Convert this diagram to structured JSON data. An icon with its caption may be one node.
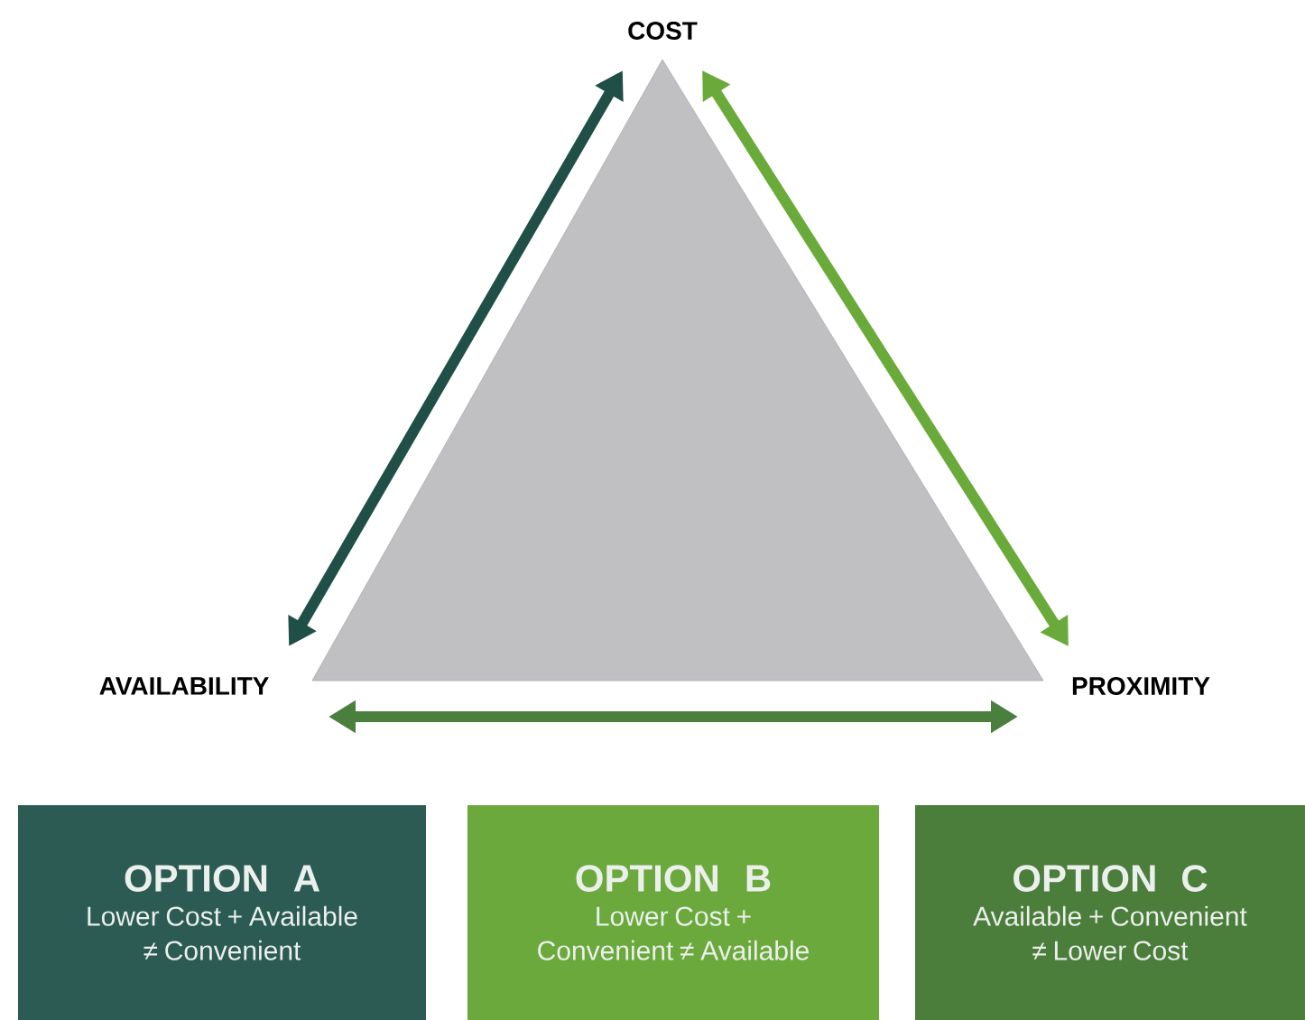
{
  "diagram": {
    "nodes": [
      {
        "text": [
          "COST"
        ]
      },
      {
        "text": [
          "AVAILABILITY"
        ]
      },
      {
        "text": [
          "PROXIMITY"
        ]
      },
      {
        "text": [
          "OPTION A",
          "Lower Cost + Available ≠ Convenient"
        ]
      },
      {
        "text": [
          "OPTION B",
          "Lower Cost + Convenient ≠ Available"
        ]
      },
      {
        "text": [
          "OPTION C",
          "Available + Convenient ≠ Lower Cost"
        ]
      }
    ],
    "edges": [
      {
        "from": 1,
        "to": 0,
        "arrow": "both",
        "color": "#1f4f46"
      },
      {
        "from": 0,
        "to": 2,
        "arrow": "both",
        "color": "#6aaa3a"
      },
      {
        "from": 1,
        "to": 2,
        "arrow": "both",
        "color": "#4a7f3e"
      }
    ]
  }
}
